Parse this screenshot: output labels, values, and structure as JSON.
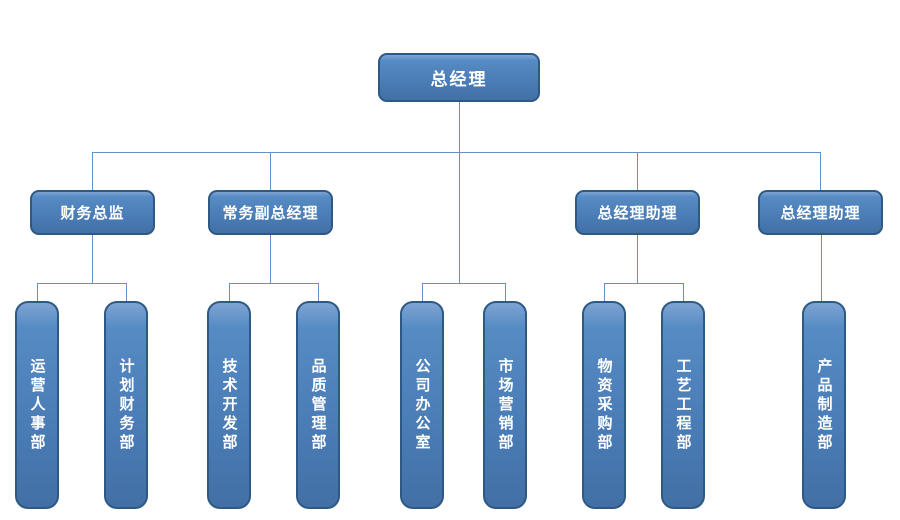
{
  "diagram": {
    "type": "org-chart",
    "root": {
      "label": "总经理"
    },
    "managers": [
      {
        "label": "财务总监",
        "children": [
          "运营人事部",
          "计划财务部"
        ]
      },
      {
        "label": "常务副总经理",
        "children": [
          "技术开发部",
          "品质管理部"
        ]
      },
      {
        "label": "总经理助理",
        "children": [
          "物资采购部",
          "工艺工程部"
        ]
      },
      {
        "label": "总经理助理",
        "children": [
          "产品制造部"
        ]
      }
    ],
    "root_direct_children": [
      "公司办公室",
      "市场营销部"
    ],
    "departments": [
      {
        "label": "运营人事部"
      },
      {
        "label": "计划财务部"
      },
      {
        "label": "技术开发部"
      },
      {
        "label": "品质管理部"
      },
      {
        "label": "公司办公室"
      },
      {
        "label": "市场营销部"
      },
      {
        "label": "物资采购部"
      },
      {
        "label": "工艺工程部"
      },
      {
        "label": "产品制造部"
      }
    ]
  },
  "colors": {
    "node_fill": "#4f81bd",
    "node_border": "#2e5984",
    "connector": "#6490c8",
    "node_text": "#ffffff",
    "background": "#ffffff"
  }
}
